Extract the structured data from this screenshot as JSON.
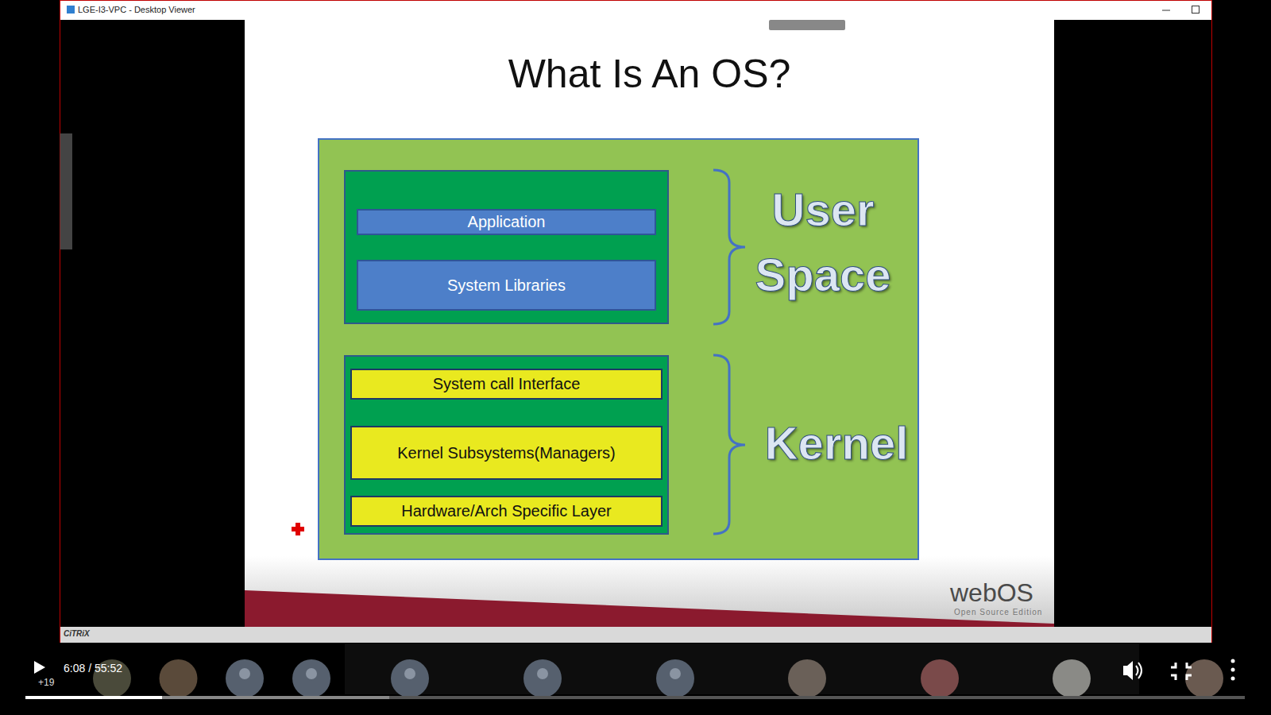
{
  "diagram": {
    "title": "What Is An OS?",
    "nodes": [
      {
        "text": [
          "User Space"
        ]
      },
      {
        "text": [
          "Application"
        ],
        "in": 0
      },
      {
        "text": [
          "System Libraries"
        ],
        "in": 0
      },
      {
        "text": [
          "Kernel"
        ]
      },
      {
        "text": [
          "System call Interface"
        ],
        "in": 3
      },
      {
        "text": [
          "Kernel Subsystems(Managers)"
        ],
        "in": 3
      },
      {
        "text": [
          "Hardware/Arch Specific Layer"
        ],
        "in": 3
      }
    ],
    "labels": [
      "LGE-I3-VPC - Desktop Viewer",
      "CiTRiX",
      "webOS",
      "Open Source Edition",
      "6:08 / 55:52",
      "+19"
    ]
  }
}
